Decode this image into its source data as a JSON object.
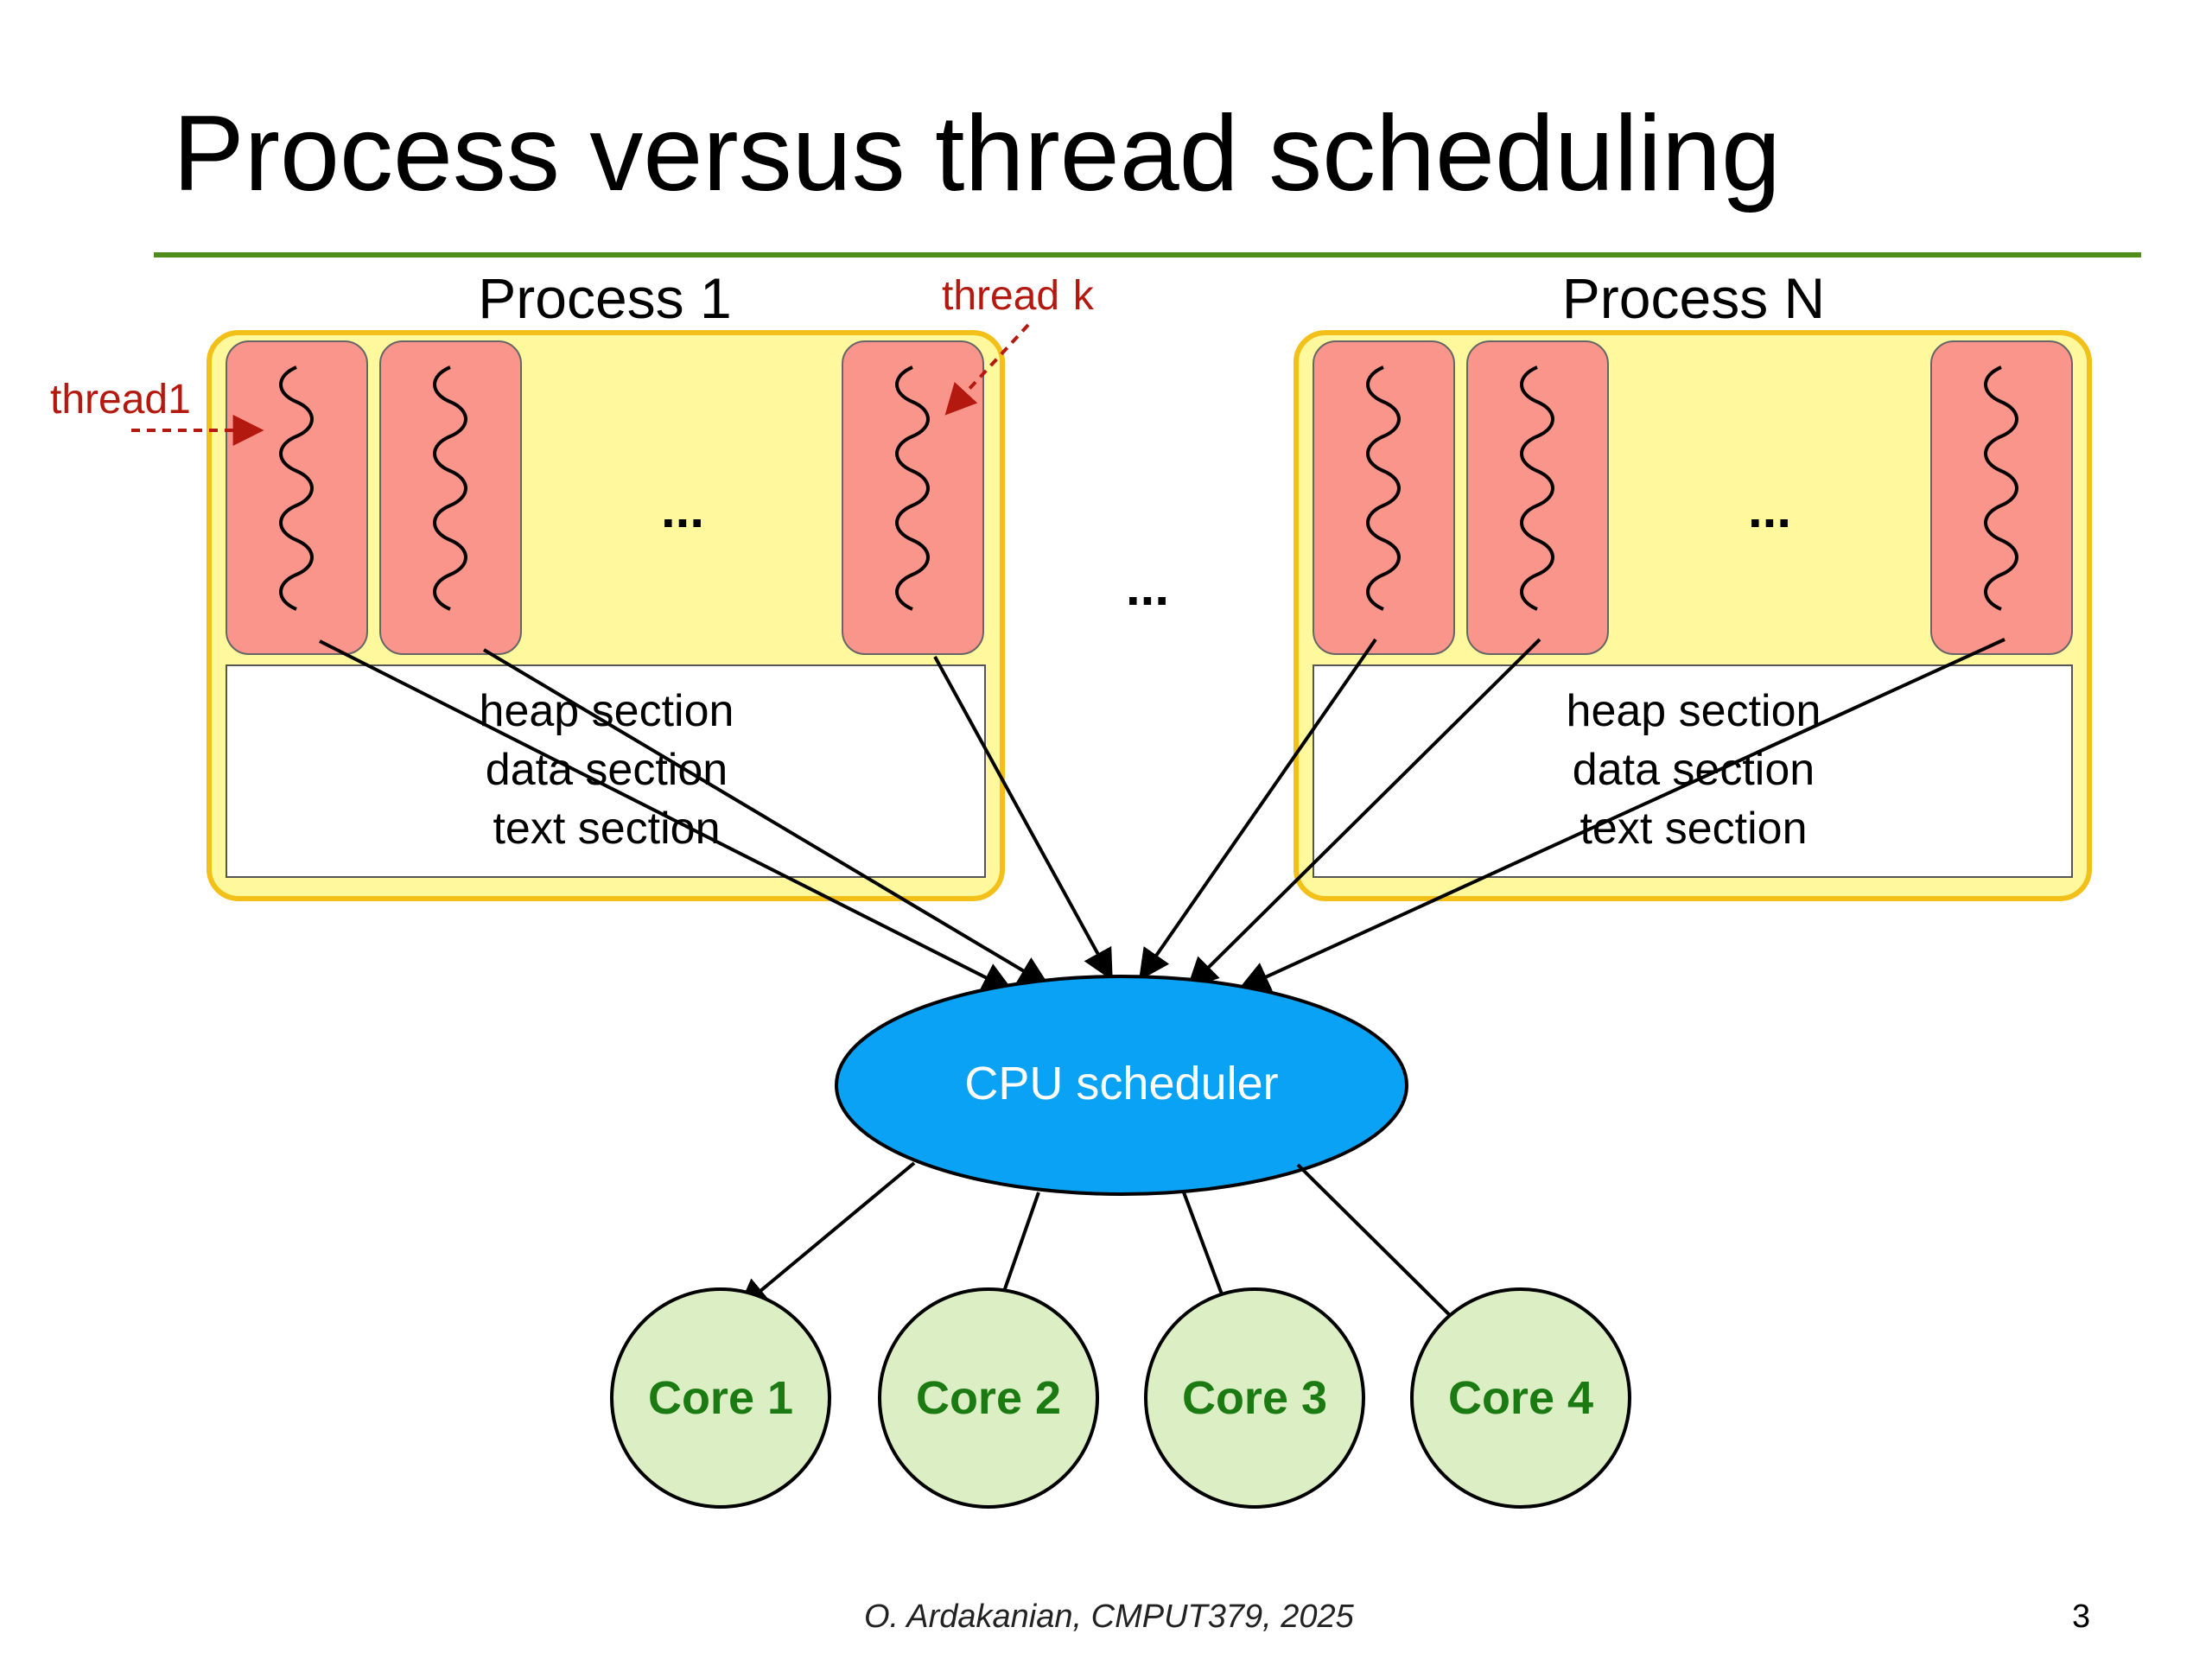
{
  "slide": {
    "title": "Process versus thread scheduling",
    "footer": "O. Ardakanian, CMPUT379, 2025",
    "page_number": "3"
  },
  "process_left": {
    "label": "Process 1",
    "sections": [
      "heap section",
      "data section",
      "text section"
    ],
    "ellipsis": "..."
  },
  "process_right": {
    "label": "Process N",
    "sections": [
      "heap section",
      "data section",
      "text section"
    ],
    "ellipsis": "..."
  },
  "between_processes_ellipsis": "...",
  "annotations": {
    "thread1": "thread1",
    "threadk_prefix": "thread ",
    "threadk_var": "k"
  },
  "scheduler": {
    "label": "CPU scheduler"
  },
  "cores": [
    "Core 1",
    "Core 2",
    "Core 3",
    "Core 4"
  ],
  "colors": {
    "process_fill": "#fff89c",
    "process_border": "#f3c01a",
    "thread_fill": "#f9958a",
    "scheduler_fill": "#0aa2f5",
    "core_fill": "#dcefc4",
    "core_text": "#1b7a12",
    "annotation": "#b4190f",
    "title_rule": "#4e8d1a"
  }
}
